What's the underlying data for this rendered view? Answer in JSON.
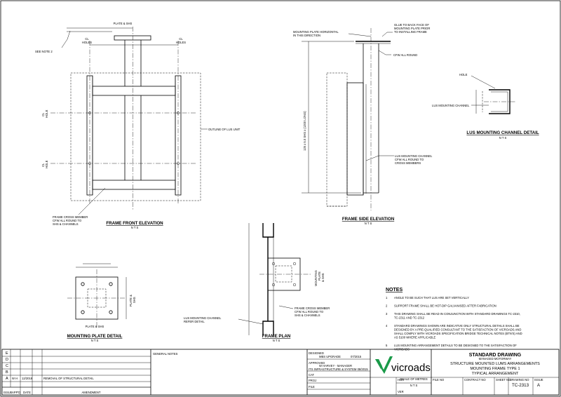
{
  "front_elevation": {
    "title": "FRAME FRONT ELEVATION",
    "scale": "N T S",
    "label_plate_shs": [
      "PLATE & SHS"
    ],
    "label_see_note_2": "SEE NOTE 2",
    "label_cl_holes_left": [
      "CL",
      "HOLES"
    ],
    "label_cl_holes_right": [
      "CL",
      "HOLES"
    ],
    "label_hole_upper": [
      "CL",
      "HOLE"
    ],
    "label_hole_lower": [
      "CL",
      "HOLE"
    ],
    "label_outline_lus": "OUTLINE OF LUS UNIT",
    "label_cross_member": [
      "FRAME CROSS MEMBER",
      "CFW ALL ROUND TO",
      "SHS & CHANNELS"
    ]
  },
  "side_elevation": {
    "title": "FRAME SIDE ELEVATION",
    "scale": "N T S",
    "label_mounting_plate": [
      "MOUNTING PLATE HORIZONTAL",
      "IN THIS DIRECTION"
    ],
    "label_glue": [
      "GLUE TO BACK FACE OF",
      "MOUNTING PLATE PRIOR",
      "TO INSTALLING FRAME"
    ],
    "label_cfw": "CFW ALL ROUND",
    "label_shs_length": "125 x 5.0 SHS x (1200 LONG)",
    "label_lus_channel": [
      "LUS MOUNTING CHANNEL",
      "CFW ALL ROUND TO",
      "CROSS MEMBERS"
    ]
  },
  "channel_detail": {
    "title": "LUS MOUNTING CHANNEL DETAIL",
    "scale": "N T S",
    "label_hole": "HOLE",
    "label_channel": "LUS MOUNTING CHANNEL"
  },
  "plate_detail": {
    "title": "MOUNTING PLATE DETAIL",
    "scale": "N T S",
    "label_plate_shs_side": [
      "PLATE &",
      "SHS"
    ],
    "label_plate_shs_bottom": "PLATE & SHS"
  },
  "frame_plan": {
    "title": "FRAME PLAN",
    "scale": "N T S",
    "label_mounting_plate": [
      "MOUNTING",
      "PLATE",
      "& SHS"
    ],
    "label_cross_member": [
      "FRAME CROSS MEMBER",
      "CFW ALL ROUND TO",
      "SHS & CHANNELS"
    ],
    "label_lus_channel": [
      "LUS MOUNTING CHANNEL",
      "REFER DETAIL"
    ]
  },
  "notes": {
    "heading": "NOTES",
    "items": [
      {
        "num": "1",
        "lines": [
          "ANGLE TO BE SUCH THAT LUS ARE SET VERTICALLY"
        ]
      },
      {
        "num": "2",
        "lines": [
          "SUPPORT FRAME SHALL BE HOT-DIP GALVANISED AFTER FABRICATION"
        ]
      },
      {
        "num": "3",
        "lines": [
          "THIS DRAWING SHALL BE READ IN CONJUNCTION WITH STANDARD DRAWINGS TC-2310,",
          "TC-2311 AND TC-2312"
        ]
      },
      {
        "num": "4",
        "lines": [
          "STANDARD DRAWINGS SHOWN ARE INDICATIVE ONLY STRUCTURAL DETAILS SHALL BE",
          "DESIGNED BY A PRE-QUALIFIED CONSULTANT TO THE SATISFACTION OF VICROADS AND",
          "SHALL COMPLY WITH VICROADS SPECIFICATION BRIDGE TECHNICAL NOTES (BTN'S) AND",
          "AS 5100 WHERE APPLICABLE"
        ]
      },
      {
        "num": "5",
        "lines": [
          "LUS MOUNTING ARRANGEMENT DETAILS TO BE DESIGNED TO THE SATISFACTION OF",
          "VICROADS"
        ]
      }
    ]
  },
  "title_block": {
    "revisions": [
      {
        "letter": "E",
        "by": "",
        "date": "",
        "amendment": ""
      },
      {
        "letter": "D",
        "by": "",
        "date": "",
        "amendment": ""
      },
      {
        "letter": "C",
        "by": "",
        "date": "",
        "amendment": ""
      },
      {
        "letter": "B",
        "by": "",
        "date": "",
        "amendment": ""
      },
      {
        "letter": "A",
        "by": "W H",
        "date": "12/2018",
        "amendment": "REMOVAL OF STRUCTURAL DETAIL"
      }
    ],
    "rev_headers": {
      "issue": "ISSUE",
      "appd": "APP'D",
      "date": "DATE",
      "amendment": "AMENDMENT"
    },
    "general_notes": "GENERAL NOTES",
    "designed_label": "DESIGNED",
    "designed_value": "MBS UPGRADE",
    "designed_date": "07/2015",
    "approved_label": "APPROVED",
    "approved_value": "W HARVEY - MANAGER",
    "approved_org": "ITS INFRASTRUCTURE & SYSTEM 08/2015",
    "cat_label": "CAT",
    "proj_label": "PROJ",
    "file_label": "FILE",
    "logo_text": "vicroads",
    "hor_label": "HOR",
    "ver_label": "VER",
    "scale_label": "SCALE OF METRES",
    "scale_value": "N T S",
    "std_drawing": "STANDARD DRAWING",
    "managed_motorway": "MANAGED MOTORWAY",
    "title_line1": "STRUCTURE MOUNTED LUMS ARRANGEMENTS",
    "title_line2": "MOUNTING FRAME TYPE 1",
    "title_line3": "TYPICAL ARRANGEMENT",
    "file_no_label": "FILE NO",
    "contract_no_label": "CONTRACT NO",
    "sheet_no_label": "SHEET NO",
    "drawing_no_label": "DRAWING NO",
    "drawing_no": "TC-2313",
    "issue_label": "ISSUE",
    "issue": "A"
  }
}
